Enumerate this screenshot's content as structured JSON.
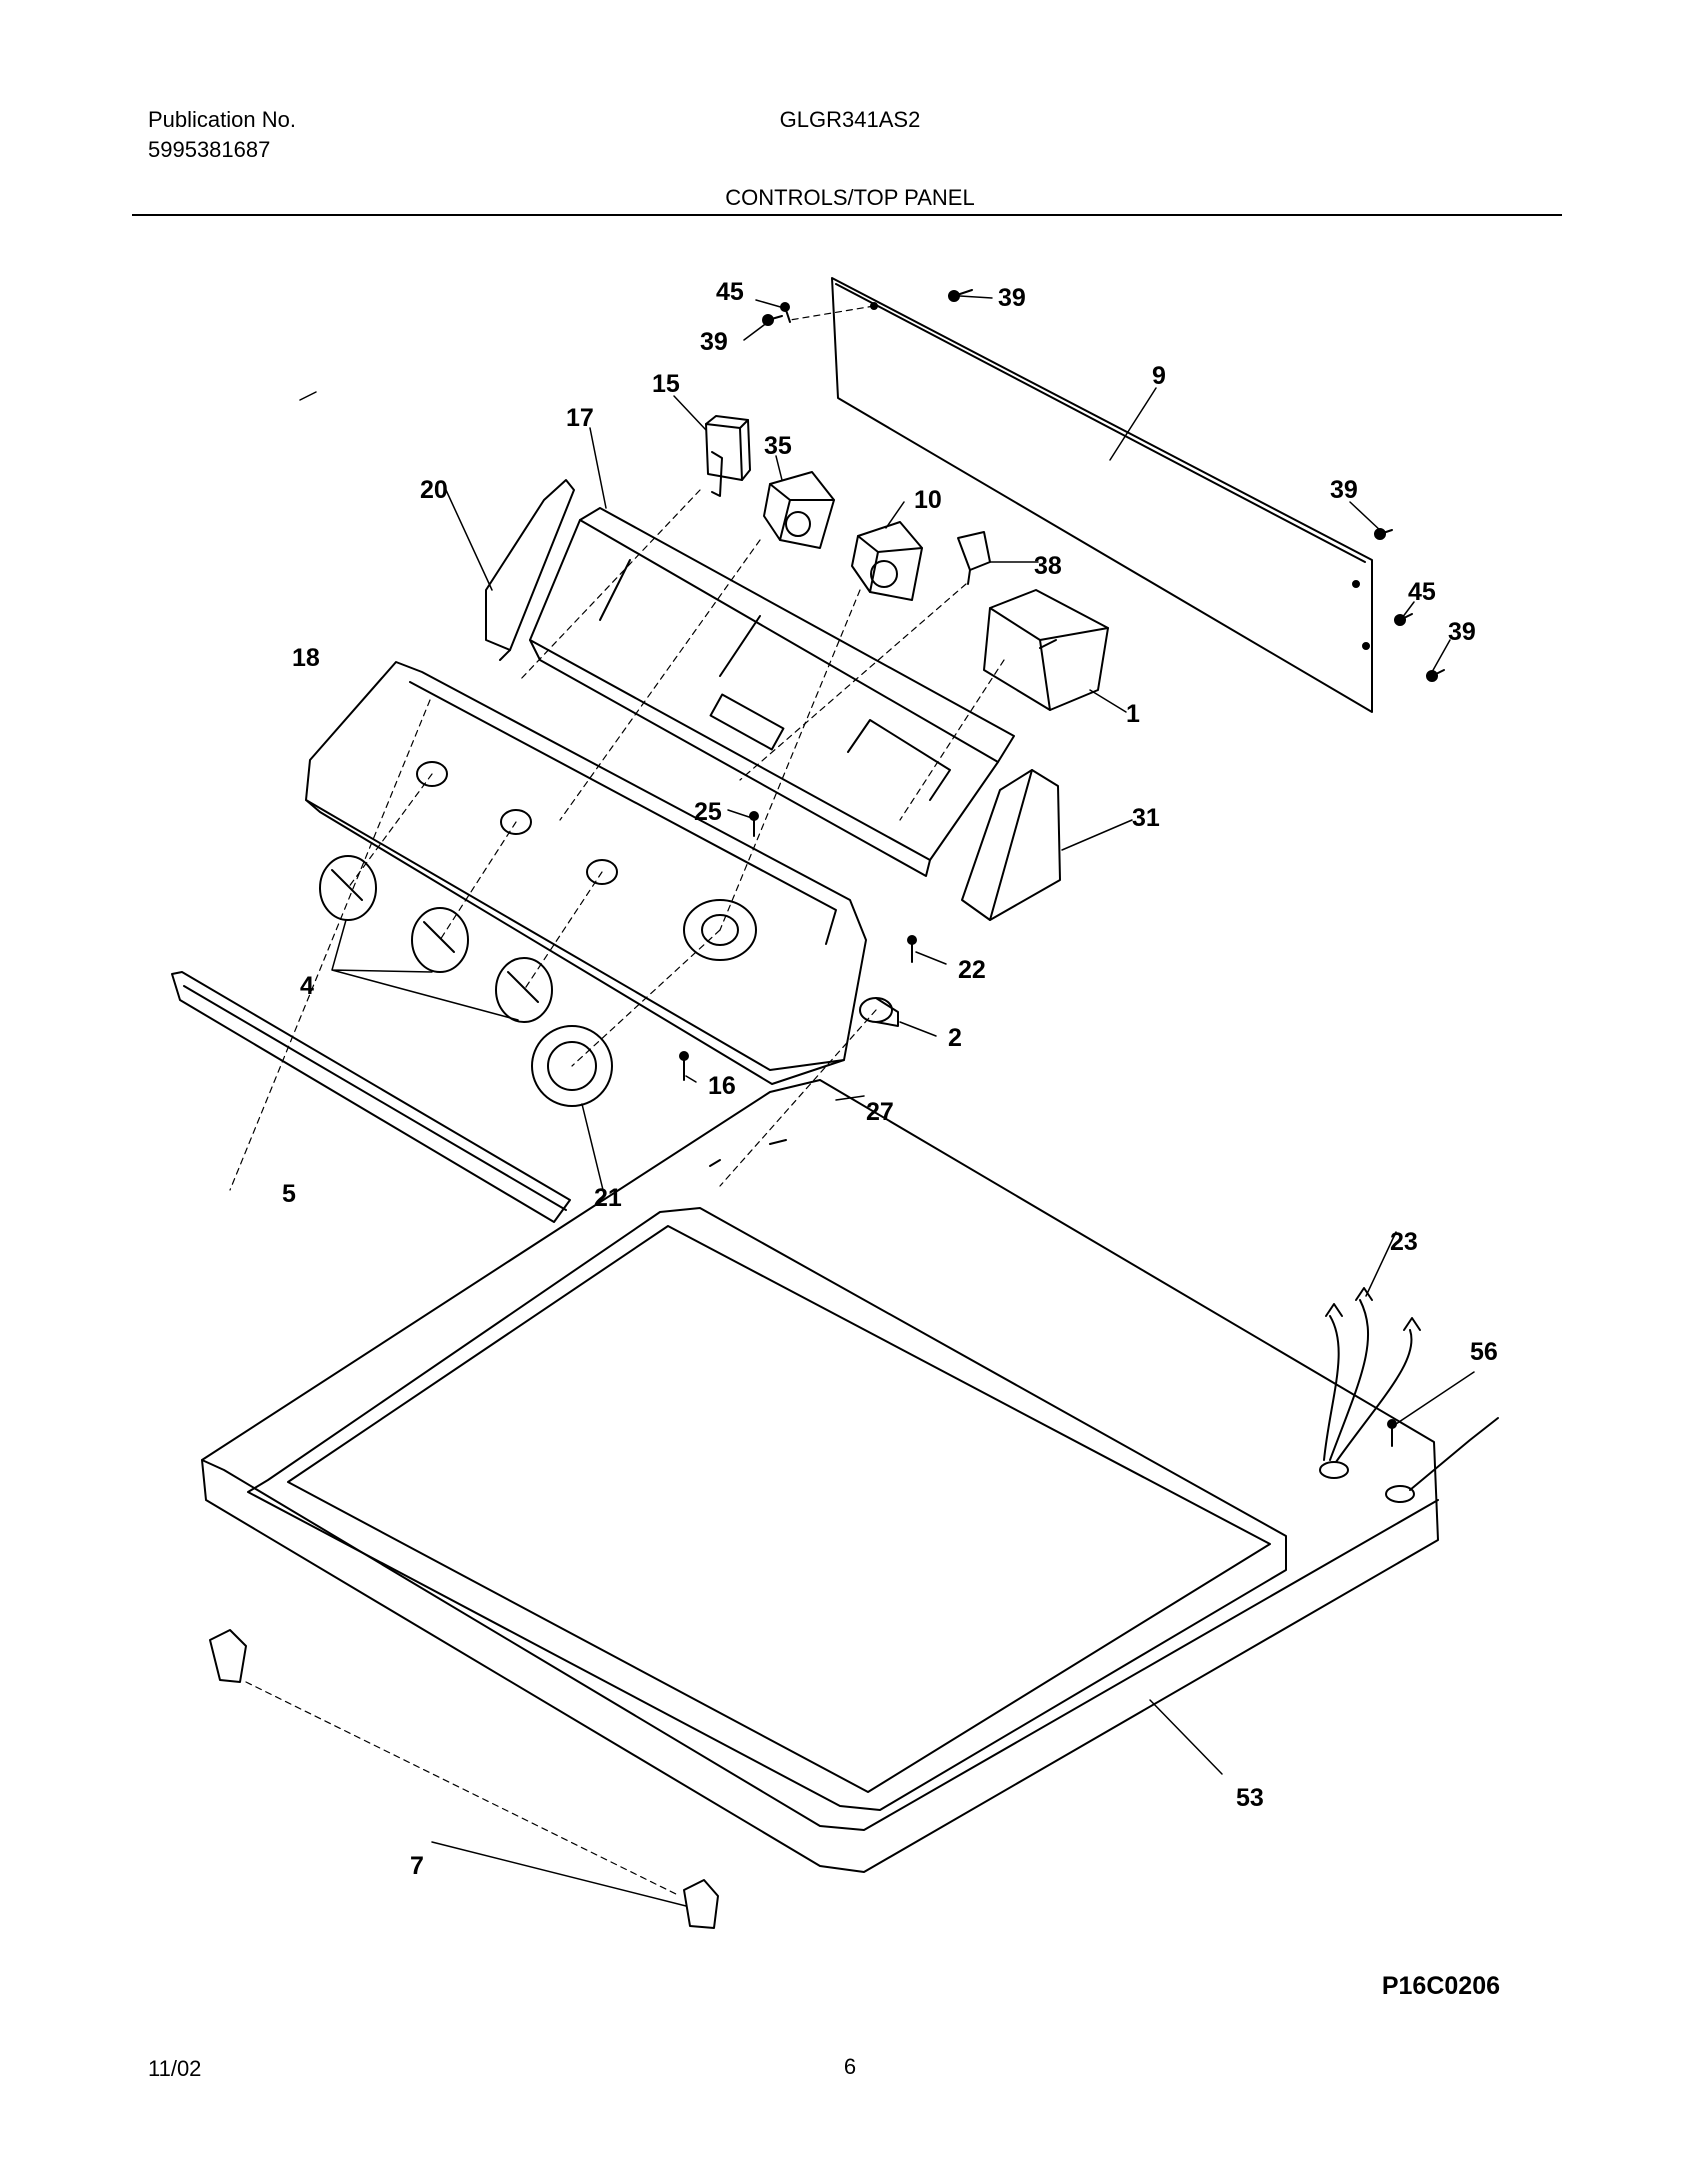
{
  "header": {
    "publication_label": "Publication No.",
    "publication_number": "5995381687",
    "model": "GLGR341AS2",
    "section_title": "CONTROLS/TOP PANEL"
  },
  "callouts": {
    "c45a": "45",
    "c39a": "39",
    "c39b": "39",
    "c9": "9",
    "c15": "15",
    "c35": "35",
    "c17": "17",
    "c10": "10",
    "c20": "20",
    "c39c": "39",
    "c38": "38",
    "c45b": "45",
    "c39d": "39",
    "c18": "18",
    "c1": "1",
    "c25": "25",
    "c31": "31",
    "c22": "22",
    "c4": "4",
    "c2": "2",
    "c16": "16",
    "c27": "27",
    "c5": "5",
    "c21": "21",
    "c23": "23",
    "c56": "56",
    "c53": "53",
    "c7": "7"
  },
  "figure_code": "P16C0206",
  "footer": {
    "date": "11/02",
    "page_number": "6"
  }
}
